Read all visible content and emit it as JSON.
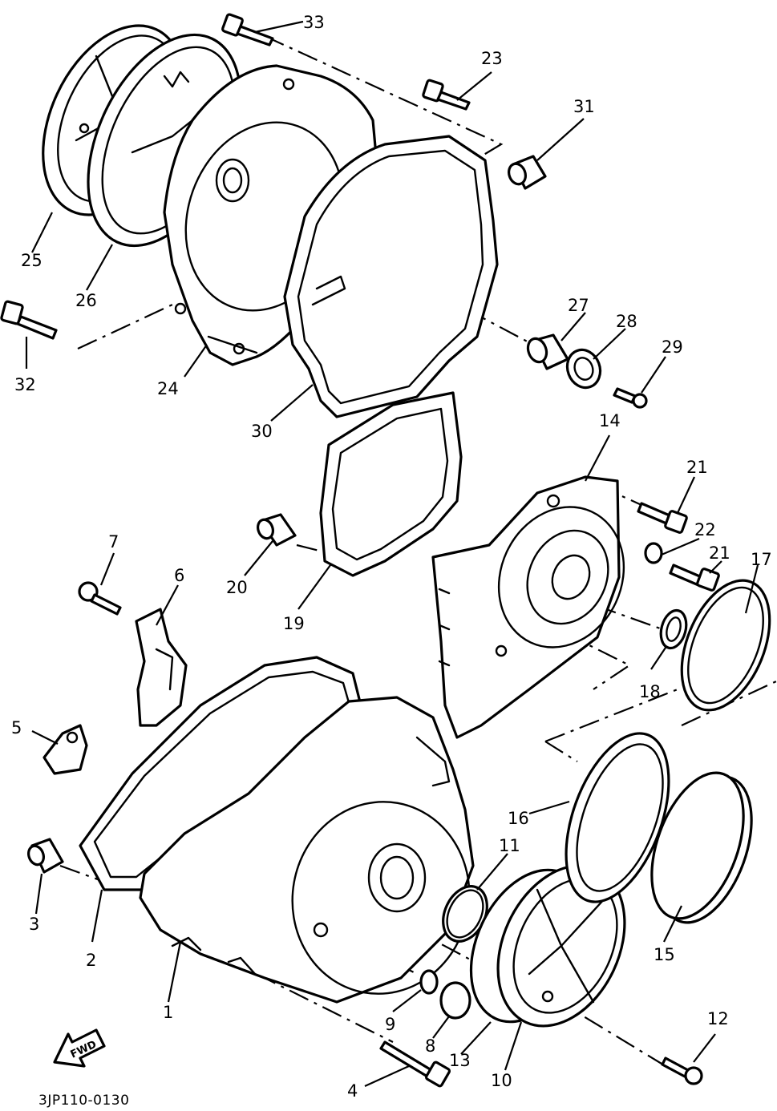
{
  "diagram": {
    "document_code": "3JP110-0130",
    "direction_arrow_label": "FWD",
    "callouts": [
      {
        "number": "1"
      },
      {
        "number": "2"
      },
      {
        "number": "3"
      },
      {
        "number": "4"
      },
      {
        "number": "5"
      },
      {
        "number": "6"
      },
      {
        "number": "7"
      },
      {
        "number": "8"
      },
      {
        "number": "9"
      },
      {
        "number": "10"
      },
      {
        "number": "11"
      },
      {
        "number": "12"
      },
      {
        "number": "13"
      },
      {
        "number": "14"
      },
      {
        "number": "15"
      },
      {
        "number": "16"
      },
      {
        "number": "17"
      },
      {
        "number": "18"
      },
      {
        "number": "19"
      },
      {
        "number": "20"
      },
      {
        "number": "21"
      },
      {
        "number": "21"
      },
      {
        "number": "22"
      },
      {
        "number": "23"
      },
      {
        "number": "24"
      },
      {
        "number": "25"
      },
      {
        "number": "26"
      },
      {
        "number": "27"
      },
      {
        "number": "28"
      },
      {
        "number": "29"
      },
      {
        "number": "30"
      },
      {
        "number": "31"
      },
      {
        "number": "32"
      },
      {
        "number": "33"
      }
    ],
    "colors": {
      "ink": "#000000",
      "paper": "#ffffff"
    }
  }
}
